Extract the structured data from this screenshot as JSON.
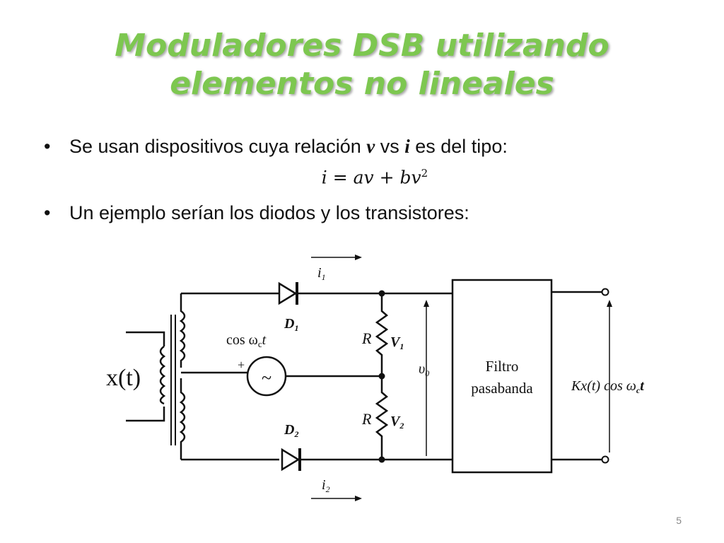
{
  "slide": {
    "title_line1": "Moduladores DSB utilizando",
    "title_line2": "elementos no lineales",
    "bullet1": {
      "text_a": "Se usan dispositivos cuya relación ",
      "sym_v": "v",
      "text_b": " vs ",
      "sym_i": "i",
      "text_c": " es del tipo:"
    },
    "formula": {
      "lhs": "i = av + bv",
      "exp": "2"
    },
    "bullet2": "Un ejemplo serían los diodos y los transistores:",
    "page_number": "5",
    "title_color": "#7dc750"
  },
  "circuit": {
    "input_label": "x(t)",
    "source_label": "cos ω",
    "source_sub": "c",
    "source_t": "t",
    "source_symbol": "~",
    "plus_sign": "+",
    "diode1_label": "D",
    "diode1_sub": "1",
    "diode2_label": "D",
    "diode2_sub": "2",
    "current1_label": "i",
    "current1_sub": "1",
    "current2_label": "i",
    "current2_sub": "2",
    "resistor_top_label": "R",
    "resistor_bottom_label": "R",
    "voltage1_label": "V",
    "voltage1_sub": "1",
    "voltage2_label": "V",
    "voltage2_sub": "2",
    "output_voltage_label": "υ",
    "output_voltage_sub": "0",
    "filter_line1": "Filtro",
    "filter_line2": "pasabanda",
    "output_label": "Kx(t) cos ω",
    "output_sub": "c",
    "output_t": "t"
  }
}
